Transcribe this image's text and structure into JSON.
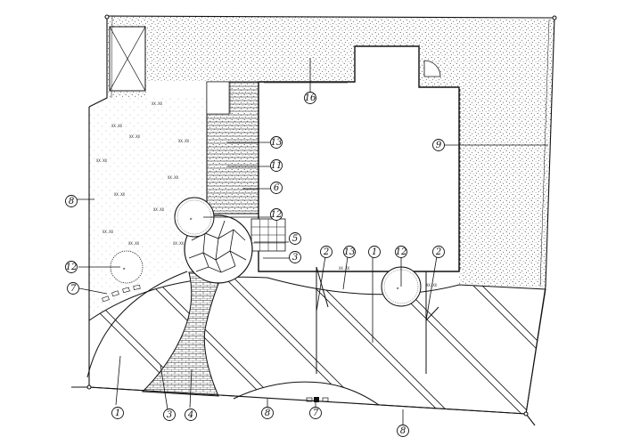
{
  "drawing": {
    "colors": {
      "ink": "#111111",
      "paper": "#ffffff",
      "gravel_dot": "#333333",
      "hatch": "#222222"
    },
    "callouts": [
      {
        "id": "c16",
        "label": "16"
      },
      {
        "id": "c9",
        "label": "9"
      },
      {
        "id": "c13a",
        "label": "13"
      },
      {
        "id": "c11",
        "label": "11"
      },
      {
        "id": "c6",
        "label": "6"
      },
      {
        "id": "c12a",
        "label": "12"
      },
      {
        "id": "c5",
        "label": "5"
      },
      {
        "id": "c3a",
        "label": "3"
      },
      {
        "id": "c8a",
        "label": "8"
      },
      {
        "id": "c12b",
        "label": "12"
      },
      {
        "id": "c7a",
        "label": "7"
      },
      {
        "id": "c2a",
        "label": "2"
      },
      {
        "id": "c13b",
        "label": "13"
      },
      {
        "id": "c1a",
        "label": "1"
      },
      {
        "id": "c12c",
        "label": "12"
      },
      {
        "id": "c2b",
        "label": "2"
      },
      {
        "id": "c1b",
        "label": "1"
      },
      {
        "id": "c3b",
        "label": "3"
      },
      {
        "id": "c4",
        "label": "4"
      },
      {
        "id": "c8b",
        "label": "8"
      },
      {
        "id": "c7b",
        "label": "7"
      },
      {
        "id": "c8c",
        "label": "8"
      }
    ],
    "small_notes": [
      "XX.XX",
      "XX.XX",
      "XX.XX",
      "XX.XX",
      "XX.XX",
      "XX.XX",
      "XX.XX",
      "XX.XX",
      "XX.XX",
      "XX.XX",
      "XX.XX",
      "XX.XX",
      "XX.XX"
    ]
  }
}
